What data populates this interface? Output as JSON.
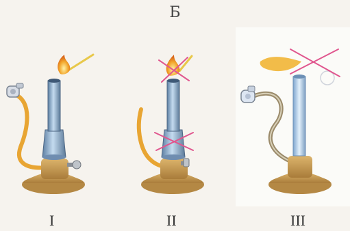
{
  "figure": {
    "title": "Б",
    "burners": [
      {
        "label": "I"
      },
      {
        "label": "II"
      },
      {
        "label": "III"
      }
    ],
    "colors": {
      "base": "#c9a05a",
      "tube": "#8fb4d6",
      "hose_orange": "#e8a533",
      "hose_metal": "#9a8a6a",
      "flame": "#f0a020",
      "cross": "#e0568e"
    }
  }
}
